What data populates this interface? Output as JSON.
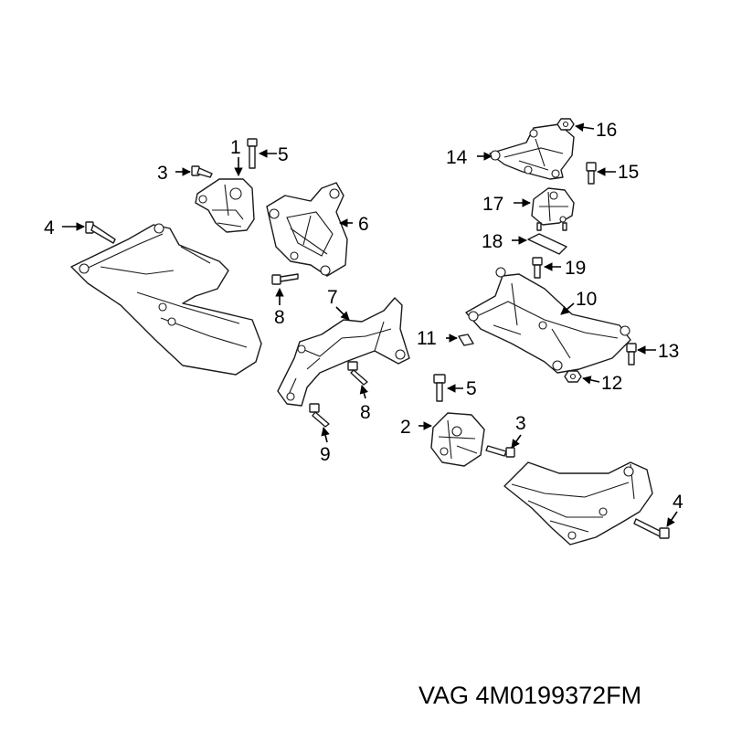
{
  "caption": "VAG 4M0199372FM",
  "callouts": {
    "c1": "1",
    "c5a": "5",
    "c3a": "3",
    "c4a": "4",
    "c6": "6",
    "c8a": "8",
    "c7": "7",
    "c8b": "8",
    "c9": "9",
    "c5b": "5",
    "c2": "2",
    "c3b": "3",
    "c4b": "4",
    "c16": "16",
    "c14": "14",
    "c15": "15",
    "c17": "17",
    "c18": "18",
    "c19": "19",
    "c10": "10",
    "c11": "11",
    "c13": "13",
    "c12": "12"
  },
  "colors": {
    "line": "#1a1a1a",
    "background": "#ffffff",
    "text": "#000000"
  }
}
